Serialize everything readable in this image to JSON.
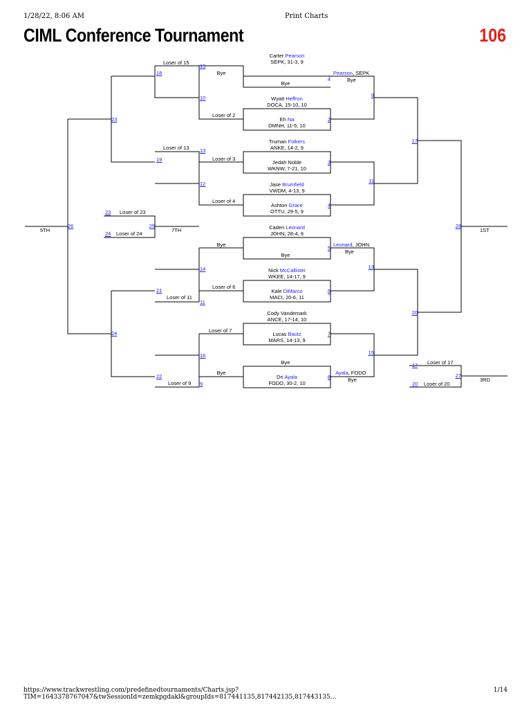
{
  "header": {
    "datetime": "1/28/22, 8:06 AM",
    "doc_title": "Print Charts",
    "title": "CIML Conference Tournament",
    "weight": "106"
  },
  "footer": {
    "url": "https://www.trackwrestling.com/predefinedtournaments/Charts.jsp?TIM=1643378767047&twSessionId=zemkpgdakl&groupIds=817441135,817442135,817443135…",
    "page": "1/14"
  },
  "colors": {
    "link": "#1a1aff",
    "weight": "#e0201b"
  },
  "wrestlers": {
    "w1": {
      "first": "Carter",
      "last": "Pearson",
      "info": "SEPK, 31-3, 9"
    },
    "w2": {
      "first": "Wyatt",
      "last": "Heffron",
      "info": "DOCA, 15-10, 10"
    },
    "w3": {
      "first": "Eh",
      "last": "Na",
      "info": "DMNH, 11-5, 10"
    },
    "w4": {
      "first": "Truman",
      "last": "Folkers",
      "info": "ANKE, 14-2, 9"
    },
    "w5": {
      "first": "Jedah",
      "last": "Noble",
      "info": "WKNW, 7-21, 10"
    },
    "w6": {
      "first": "Jase",
      "last": "Brumfield",
      "info": "VWDM, 4-13, 9"
    },
    "w7": {
      "first": "Ashton",
      "last": "Grace",
      "info": "OTTU, 29-5, 9"
    },
    "w8": {
      "first": "Caden",
      "last": "Leonard",
      "info": "JOHN, 28-4, 9"
    },
    "w9": {
      "first": "Nick",
      "last": "McCallister",
      "info": "WKEE, 14-17, 9"
    },
    "w10": {
      "first": "Kale",
      "last": "DiMarco",
      "info": "MACI, 20-6, 11"
    },
    "w11": {
      "first": "Cody",
      "last": "Vandemark",
      "info": "ANCE, 17-14, 10"
    },
    "w12": {
      "first": "Lucas",
      "last": "Bautz",
      "info": "MARS, 14-13, 9"
    },
    "w13": {
      "first": "Dri",
      "last": "Ayala",
      "info": "FODO, 30-2, 10"
    }
  },
  "winners": {
    "b1": {
      "last": "Pearson",
      "team": ", SEPK",
      "note": "Bye"
    },
    "b5": {
      "last": "Leonard",
      "team": ", JOHN",
      "note": "Bye"
    },
    "b8": {
      "last": "Ayala",
      "team": ", FODO",
      "note": "Bye"
    }
  },
  "labels": {
    "bye": "Bye",
    "loser_15": "Loser of 15",
    "loser_2": "Loser of 2",
    "loser_13": "Loser of 13",
    "loser_3": "Loser of 3",
    "loser_4": "Loser of 4",
    "loser_23": "Loser of 23",
    "loser_24": "Loser of 24",
    "loser_6": "Loser of 6",
    "loser_11": "Loser of 11",
    "loser_7": "Loser of 7",
    "loser_9": "Loser of 9",
    "loser_17": "Loser of 17",
    "loser_20": "Loser of 20",
    "place_5th": "5TH",
    "place_7th": "7TH",
    "place_1st": "1ST",
    "place_3rd": "3RD"
  },
  "bouts": {
    "n1": "1",
    "n2": "2",
    "n3": "3",
    "n4": "4",
    "n5": "5",
    "n6": "6",
    "n7": "7",
    "n8": "8",
    "n9": "9",
    "n10": "10",
    "n11": "11",
    "n12": "12",
    "n13": "13",
    "n14": "14",
    "n15": "15",
    "n16": "16",
    "n17": "17",
    "n18": "18",
    "n19": "19",
    "n20": "20",
    "n21": "21",
    "n22": "22",
    "n23": "23",
    "n24": "24",
    "n25": "25",
    "n26": "26",
    "n27": "27",
    "n28": "28"
  }
}
